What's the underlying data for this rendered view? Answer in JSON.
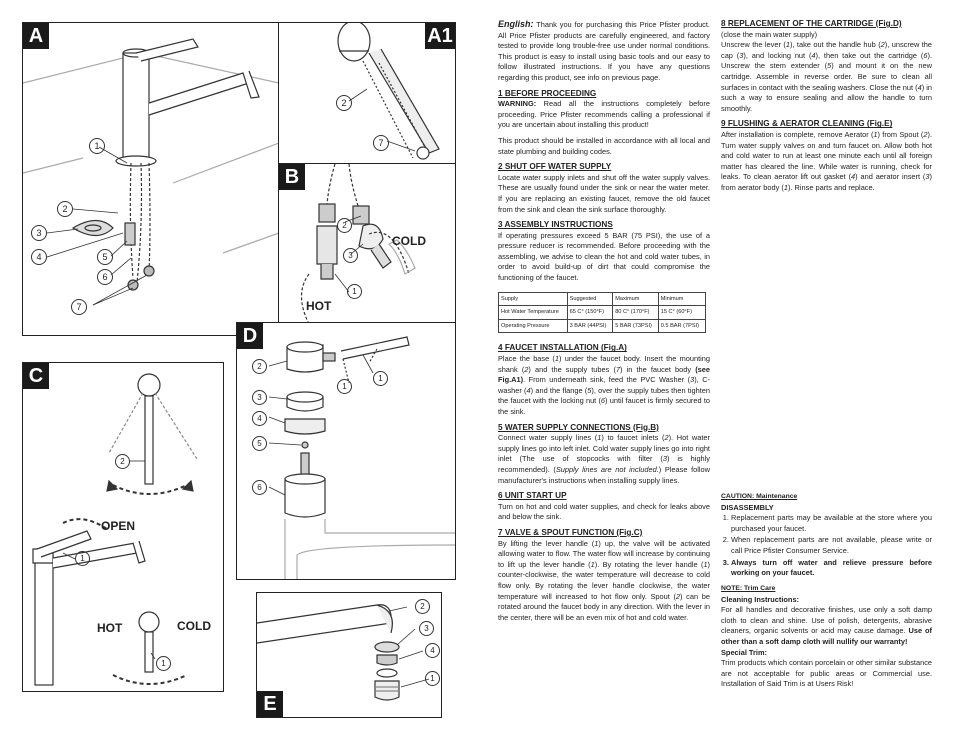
{
  "figures": {
    "A": {
      "label": "A",
      "callouts": [
        "1",
        "2",
        "3",
        "4",
        "5",
        "6",
        "7"
      ]
    },
    "A1": {
      "label": "A1",
      "callouts": [
        "2",
        "7"
      ]
    },
    "B": {
      "label": "B",
      "callouts": [
        "1",
        "2",
        "3"
      ],
      "cold": "COLD",
      "hot": "HOT"
    },
    "C": {
      "label": "C",
      "callouts": [
        "2",
        "1",
        "1"
      ],
      "open": "OPEN",
      "hot": "HOT",
      "cold": "COLD"
    },
    "D": {
      "label": "D",
      "callouts": [
        "2",
        "1",
        "1",
        "3",
        "4",
        "5",
        "6"
      ]
    },
    "E": {
      "label": "E",
      "callouts": [
        "2",
        "3",
        "4",
        "1"
      ]
    }
  },
  "intro": {
    "lead": "English:",
    "text": " Thank you for purchasing this Price Pfister product. All Price Pfister products are carefully engineered, and factory tested to provide long trouble-free use under normal conditions. This product is easy to install using basic tools and our easy to follow illustrated instructions. If you have any questions regarding this product, see info on previous page."
  },
  "s1": {
    "title": "1  BEFORE PROCEEDING",
    "warn_lead": "WARNING:",
    "warn_text": " Read all the instructions completely before proceeding. Price Pfister recommends calling a professional if you are uncertain about installing this product!",
    "text2": "This product should be installed in accordance with all local and state plumbing and building codes."
  },
  "s2": {
    "title": "2  SHUT OFF WATER SUPPLY",
    "text": "Locate water supply inlets and shut off the water supply valves. These are usually found under the sink or near the water meter. If you are replacing an existing faucet, remove the old faucet from the sink and clean the sink surface thoroughly."
  },
  "s3": {
    "title": "3  ASSEMBLY INSTRUCTIONS",
    "text": "If operating pressures exceed 5 BAR (75 PSI), the use of a pressure reducer is recommended. Before proceeding with the assembling, we advise to clean the hot and cold water tubes, in order to avoid build-up of dirt that could compromise the functioning of the faucet."
  },
  "table": {
    "headers": [
      "Supply",
      "Suggested",
      "Maximum",
      "Minimum"
    ],
    "rows": [
      [
        "Hot Water Temperature",
        "65 C° (150°F)",
        "80 C° (170°F)",
        "15 C° (60°F)"
      ],
      [
        "Operating Pressure",
        "3 BAR (44PSI)",
        "5 BAR (73PSI)",
        "0.5 BAR (7PSI)"
      ]
    ]
  },
  "s4": {
    "title": "4  FAUCET INSTALLATION (Fig.A)",
    "t1": "Place the base (",
    "n1": "1",
    "t2": ") under the faucet body. Insert the mounting shank (",
    "n2": "2",
    "t3": ") and the supply tubes (",
    "n3": "7",
    "t4": ") in the faucet body ",
    "bold": "(see Fig.A1)",
    "t5": ". From underneath sink, feed the PVC Washer (",
    "n4": "3",
    "t6": "), C-washer (",
    "n5": "4",
    "t7": ") and the flange (",
    "n6": "5",
    "t8": "), over the supply tubes then tighten the faucet with the locking nut (",
    "n7": "6",
    "t9": ") until faucet is firmly secured to the sink."
  },
  "s5": {
    "title": "5  WATER SUPPLY CONNECTIONS (Fig.B)",
    "t1": "Connect water supply lines (",
    "n1": "1",
    "t2": ") to faucet inlets (",
    "n2": "2",
    "t3": "). Hot water supply lines go into left inlet. Cold water supply lines go into right inlet (The use of stopcocks with filter (",
    "n3": "3",
    "t4": ") is highly recommended). (",
    "it": "Supply lines are not included.",
    "t5": ") Please follow manufacturer's instructions when installing supply lines."
  },
  "s6": {
    "title": "6  UNIT START UP",
    "text": "Turn on hot and cold water supplies, and check for leaks above and below the sink."
  },
  "s7": {
    "title": "7  VALVE & SPOUT FUNCTION (Fig.C)",
    "t1": "By lifting the lever handle (",
    "n1": "1",
    "t2": ") up, the valve will be activated allowing water to flow. The water flow will increase by continuing to lift up the lever handle (",
    "n2": "1",
    "t3": "). By rotating the lever handle (",
    "n3": "1",
    "t4": ") counter-clockwise, the water temperature will decrease to cold flow only. By rotating the lever handle clockwise, the water temperature will increased to hot flow only. Spout (",
    "n4": "2",
    "t5": ") can be rotated around the faucet body in any direction. With the lever in the center, there will be an even mix of hot and cold water."
  },
  "s8": {
    "title": "8  REPLACEMENT OF THE CARTRIDGE (Fig.D)",
    "sub": "(close the main water supply)",
    "t1": "Unscrew the lever (",
    "n1": "1",
    "t2": "), take out the handle hub (",
    "n2": "2",
    "t3": "), unscrew the cap (",
    "n3": "3",
    "t4": "), and locking nut (",
    "n4": "4",
    "t5": "), then take out the cartridge (",
    "n5": "6",
    "t6": "). Unscrew the stem extender (",
    "n6": "5",
    "t7": ") and mount it on the new cartridge. Assemble in reverse order. Be sure to clean all surfaces in contact with the sealing washers. Close the nut (",
    "n7": "4",
    "t8": ") in such a way to ensure sealing and allow the handle to turn smoothly."
  },
  "s9": {
    "title": "9  FLUSHING & AERATOR CLEANING (Fig.E)",
    "t1": "After installation is complete, remove Aerator (",
    "n1": "1",
    "t2": ") from Spout (",
    "n2": "2",
    "t3": "). Turn water supply valves on and turn faucet on.  Allow both hot and cold water to run at least one minute each until all foreign matter has cleared the line.  While water is running, check for leaks. To clean aerator lift out gasket (",
    "n3": "4",
    "t4": ") and aerator insert (",
    "n4": "3",
    "t5": ") from aerator body (",
    "n5": "1",
    "t6": ").  Rinse parts and replace."
  },
  "caution": {
    "title": "CAUTION:  Maintenance",
    "sub": "DISASSEMBLY",
    "items": [
      "Replacement parts may be available at the store where you purchased your faucet.",
      "When replacement parts are not available, please write or call Price Pfister Consumer Service.",
      "Always turn off water and relieve pressure before working on your faucet."
    ]
  },
  "note": {
    "title": "NOTE:  Trim Care",
    "sub1": "Cleaning Instructions:",
    "t1": "For all handles and decorative finishes, use only a soft damp cloth to clean and shine. Use of polish, detergents, abrasive cleaners, organic solvents or acid may cause damage. ",
    "t1b": "Use of other than a soft damp cloth will nullify our warranty!",
    "sub2": "Special Trim:",
    "t2": "Trim products which contain porcelain or other similar substance are not acceptable for public areas or Commercial use. Installation of Said Trim is at Users Risk!"
  }
}
